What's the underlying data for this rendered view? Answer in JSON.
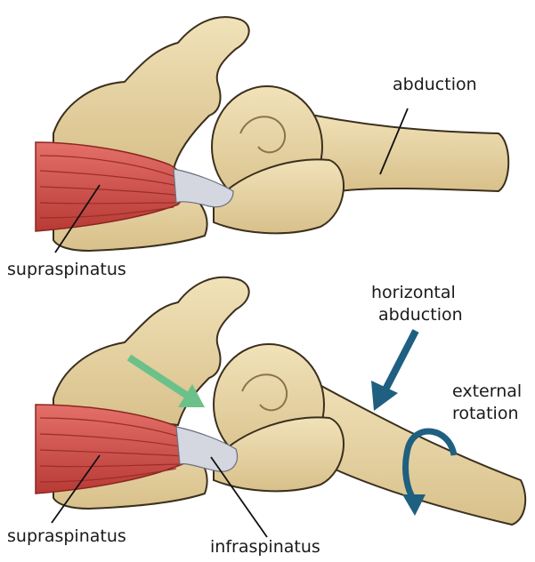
{
  "colors": {
    "bone": "#e9d7a8",
    "bone_shadow": "#c9b27a",
    "bone_outline": "#3b2f1e",
    "muscle": "#d9534a",
    "muscle_dark": "#a8302c",
    "tendon": "#c9cbd6",
    "arrow_green": "#6cc08a",
    "arrow_blue": "#1f5f80"
  },
  "top_panel": {
    "labels": {
      "abduction": "abduction",
      "supraspinatus": "supraspinatus"
    }
  },
  "bottom_panel": {
    "labels": {
      "horizontal_abduction": [
        "horizontal",
        "abduction"
      ],
      "external_rotation": [
        "external",
        "rotation"
      ],
      "supraspinatus": "supraspinatus",
      "infraspinatus": "infraspinatus"
    }
  }
}
